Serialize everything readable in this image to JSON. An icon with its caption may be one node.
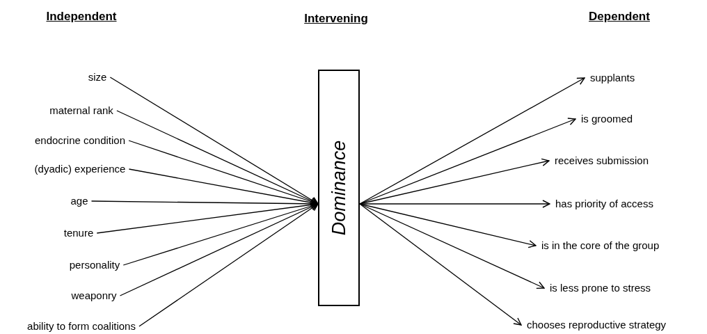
{
  "diagram": {
    "nodes": [
      {
        "text": [
          "size"
        ]
      },
      {
        "text": [
          "maternal rank"
        ]
      },
      {
        "text": [
          "endocrine condition"
        ]
      },
      {
        "text": [
          "(dyadic) experience"
        ]
      },
      {
        "text": [
          "age"
        ]
      },
      {
        "text": [
          "tenure"
        ]
      },
      {
        "text": [
          "personality"
        ]
      },
      {
        "text": [
          "weaponry"
        ]
      },
      {
        "text": [
          "ability to form coalitions"
        ]
      },
      {
        "text": [
          "Dominance"
        ]
      },
      {
        "text": [
          "supplants"
        ]
      },
      {
        "text": [
          "is groomed"
        ]
      },
      {
        "text": [
          "receives submission"
        ]
      },
      {
        "text": [
          "has priority of access"
        ]
      },
      {
        "text": [
          "is in the core of the group"
        ]
      },
      {
        "text": [
          "is less prone to stress"
        ]
      },
      {
        "text": [
          "chooses reproductive strategy"
        ]
      }
    ],
    "edges": [
      {
        "from": 0,
        "to": 9,
        "arrow": "to"
      },
      {
        "from": 1,
        "to": 9,
        "arrow": "to"
      },
      {
        "from": 2,
        "to": 9,
        "arrow": "to"
      },
      {
        "from": 3,
        "to": 9,
        "arrow": "to"
      },
      {
        "from": 4,
        "to": 9,
        "arrow": "to"
      },
      {
        "from": 5,
        "to": 9,
        "arrow": "to"
      },
      {
        "from": 6,
        "to": 9,
        "arrow": "to"
      },
      {
        "from": 7,
        "to": 9,
        "arrow": "to"
      },
      {
        "from": 8,
        "to": 9,
        "arrow": "to"
      },
      {
        "from": 9,
        "to": 10,
        "arrow": "to"
      },
      {
        "from": 9,
        "to": 11,
        "arrow": "to"
      },
      {
        "from": 9,
        "to": 12,
        "arrow": "to"
      },
      {
        "from": 9,
        "to": 13,
        "arrow": "to"
      },
      {
        "from": 9,
        "to": 14,
        "arrow": "to"
      },
      {
        "from": 9,
        "to": 15,
        "arrow": "to"
      },
      {
        "from": 9,
        "to": 16,
        "arrow": "to"
      }
    ],
    "labels": [
      "Independent",
      "Intervening",
      "Dependent"
    ]
  }
}
